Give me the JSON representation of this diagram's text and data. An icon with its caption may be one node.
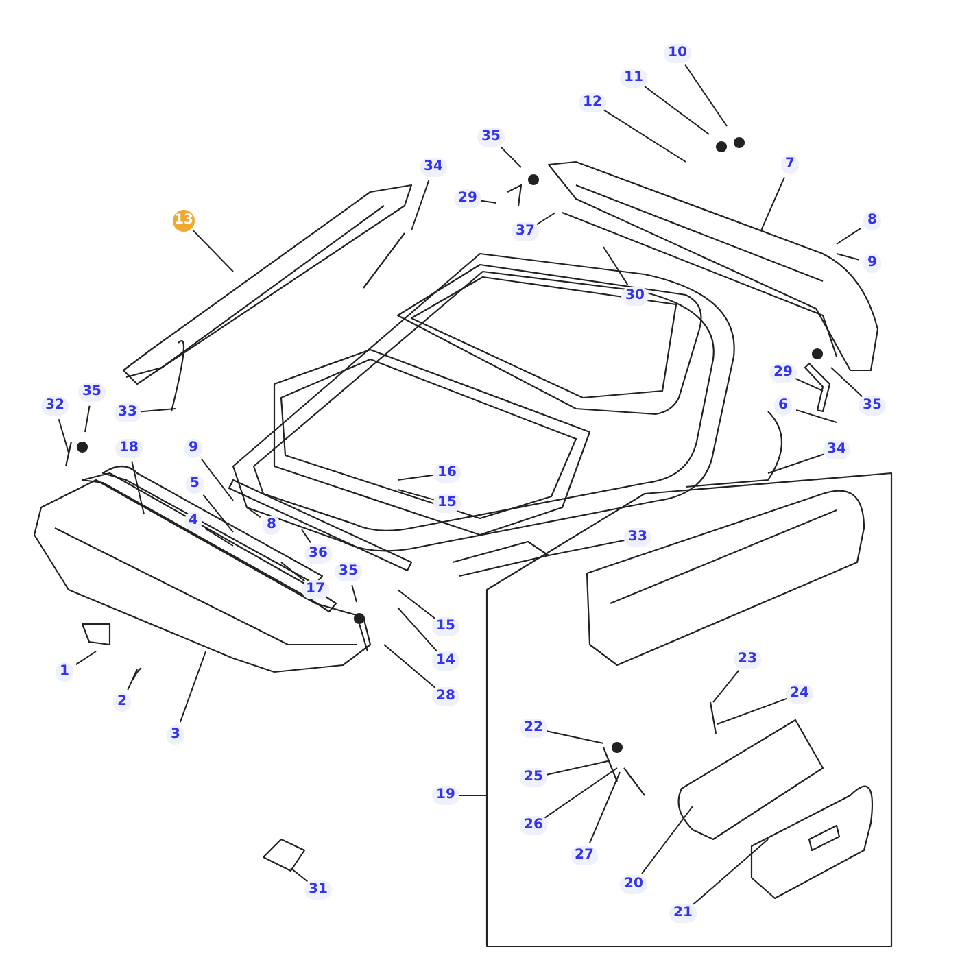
{
  "diagram": {
    "nodes": [
      {
        "text": [
          "10"
        ]
      },
      {
        "text": [
          "11"
        ]
      },
      {
        "text": [
          "12"
        ]
      },
      {
        "text": [
          "35"
        ]
      },
      {
        "text": [
          "34"
        ]
      },
      {
        "text": [
          "7"
        ]
      },
      {
        "text": [
          "13"
        ]
      },
      {
        "text": [
          "29"
        ]
      },
      {
        "text": [
          "37"
        ]
      },
      {
        "text": [
          "8"
        ]
      },
      {
        "text": [
          "9"
        ]
      },
      {
        "text": [
          "30"
        ]
      },
      {
        "text": [
          "29"
        ]
      },
      {
        "text": [
          "35"
        ]
      },
      {
        "text": [
          "6"
        ]
      },
      {
        "text": [
          "34"
        ]
      },
      {
        "text": [
          "35"
        ]
      },
      {
        "text": [
          "32"
        ]
      },
      {
        "text": [
          "33"
        ]
      },
      {
        "text": [
          "18"
        ]
      },
      {
        "text": [
          "9"
        ]
      },
      {
        "text": [
          "16"
        ]
      },
      {
        "text": [
          "5"
        ]
      },
      {
        "text": [
          "15"
        ]
      },
      {
        "text": [
          "8"
        ]
      },
      {
        "text": [
          "4"
        ]
      },
      {
        "text": [
          "36"
        ]
      },
      {
        "text": [
          "33"
        ]
      },
      {
        "text": [
          "17"
        ]
      },
      {
        "text": [
          "35"
        ]
      },
      {
        "text": [
          "15"
        ]
      },
      {
        "text": [
          "14"
        ]
      },
      {
        "text": [
          "28"
        ]
      },
      {
        "text": [
          "1"
        ]
      },
      {
        "text": [
          "2"
        ]
      },
      {
        "text": [
          "3"
        ]
      },
      {
        "text": [
          "19"
        ]
      },
      {
        "text": [
          "23"
        ]
      },
      {
        "text": [
          "24"
        ]
      },
      {
        "text": [
          "22"
        ]
      },
      {
        "text": [
          "25"
        ]
      },
      {
        "text": [
          "26"
        ]
      },
      {
        "text": [
          "27"
        ]
      },
      {
        "text": [
          "20"
        ]
      },
      {
        "text": [
          "21"
        ]
      },
      {
        "text": [
          "31"
        ]
      }
    ],
    "edges": [
      {
        "from": 0,
        "to": null,
        "arrow": "none"
      },
      {
        "from": 1,
        "to": null,
        "arrow": "none"
      },
      {
        "from": 2,
        "to": null,
        "arrow": "none"
      },
      {
        "from": 3,
        "to": null,
        "arrow": "none"
      },
      {
        "from": 4,
        "to": null,
        "arrow": "none"
      },
      {
        "from": 5,
        "to": null,
        "arrow": "none"
      },
      {
        "from": 6,
        "to": null,
        "arrow": "none"
      },
      {
        "from": 7,
        "to": null,
        "arrow": "none"
      },
      {
        "from": 8,
        "to": null,
        "arrow": "none"
      },
      {
        "from": 9,
        "to": null,
        "arrow": "none"
      },
      {
        "from": 10,
        "to": null,
        "arrow": "none"
      },
      {
        "from": 11,
        "to": null,
        "arrow": "none"
      },
      {
        "from": 12,
        "to": null,
        "arrow": "none"
      },
      {
        "from": 13,
        "to": null,
        "arrow": "none"
      },
      {
        "from": 14,
        "to": null,
        "arrow": "none"
      },
      {
        "from": 15,
        "to": null,
        "arrow": "none"
      },
      {
        "from": 16,
        "to": null,
        "arrow": "none"
      },
      {
        "from": 17,
        "to": null,
        "arrow": "none"
      },
      {
        "from": 18,
        "to": null,
        "arrow": "none"
      },
      {
        "from": 19,
        "to": null,
        "arrow": "none"
      },
      {
        "from": 20,
        "to": null,
        "arrow": "none"
      },
      {
        "from": 21,
        "to": null,
        "arrow": "none"
      },
      {
        "from": 22,
        "to": null,
        "arrow": "none"
      },
      {
        "from": 23,
        "to": null,
        "arrow": "none"
      },
      {
        "from": 24,
        "to": null,
        "arrow": "none"
      },
      {
        "from": 25,
        "to": null,
        "arrow": "none"
      },
      {
        "from": 26,
        "to": null,
        "arrow": "none"
      },
      {
        "from": 27,
        "to": null,
        "arrow": "none"
      },
      {
        "from": 28,
        "to": null,
        "arrow": "none"
      },
      {
        "from": 29,
        "to": null,
        "arrow": "none"
      },
      {
        "from": 30,
        "to": null,
        "arrow": "none"
      },
      {
        "from": 31,
        "to": null,
        "arrow": "none"
      },
      {
        "from": 32,
        "to": null,
        "arrow": "none"
      },
      {
        "from": 33,
        "to": null,
        "arrow": "none"
      },
      {
        "from": 34,
        "to": null,
        "arrow": "none"
      },
      {
        "from": 35,
        "to": null,
        "arrow": "none"
      },
      {
        "from": 36,
        "to": null,
        "arrow": "none"
      },
      {
        "from": 37,
        "to": null,
        "arrow": "none"
      },
      {
        "from": 38,
        "to": null,
        "arrow": "none"
      },
      {
        "from": 39,
        "to": null,
        "arrow": "none"
      },
      {
        "from": 40,
        "to": null,
        "arrow": "none"
      },
      {
        "from": 41,
        "to": null,
        "arrow": "none"
      },
      {
        "from": 42,
        "to": null,
        "arrow": "none"
      },
      {
        "from": 43,
        "to": null,
        "arrow": "none"
      },
      {
        "from": 44,
        "to": null,
        "arrow": "none"
      },
      {
        "from": 45,
        "to": null,
        "arrow": "none"
      }
    ]
  }
}
